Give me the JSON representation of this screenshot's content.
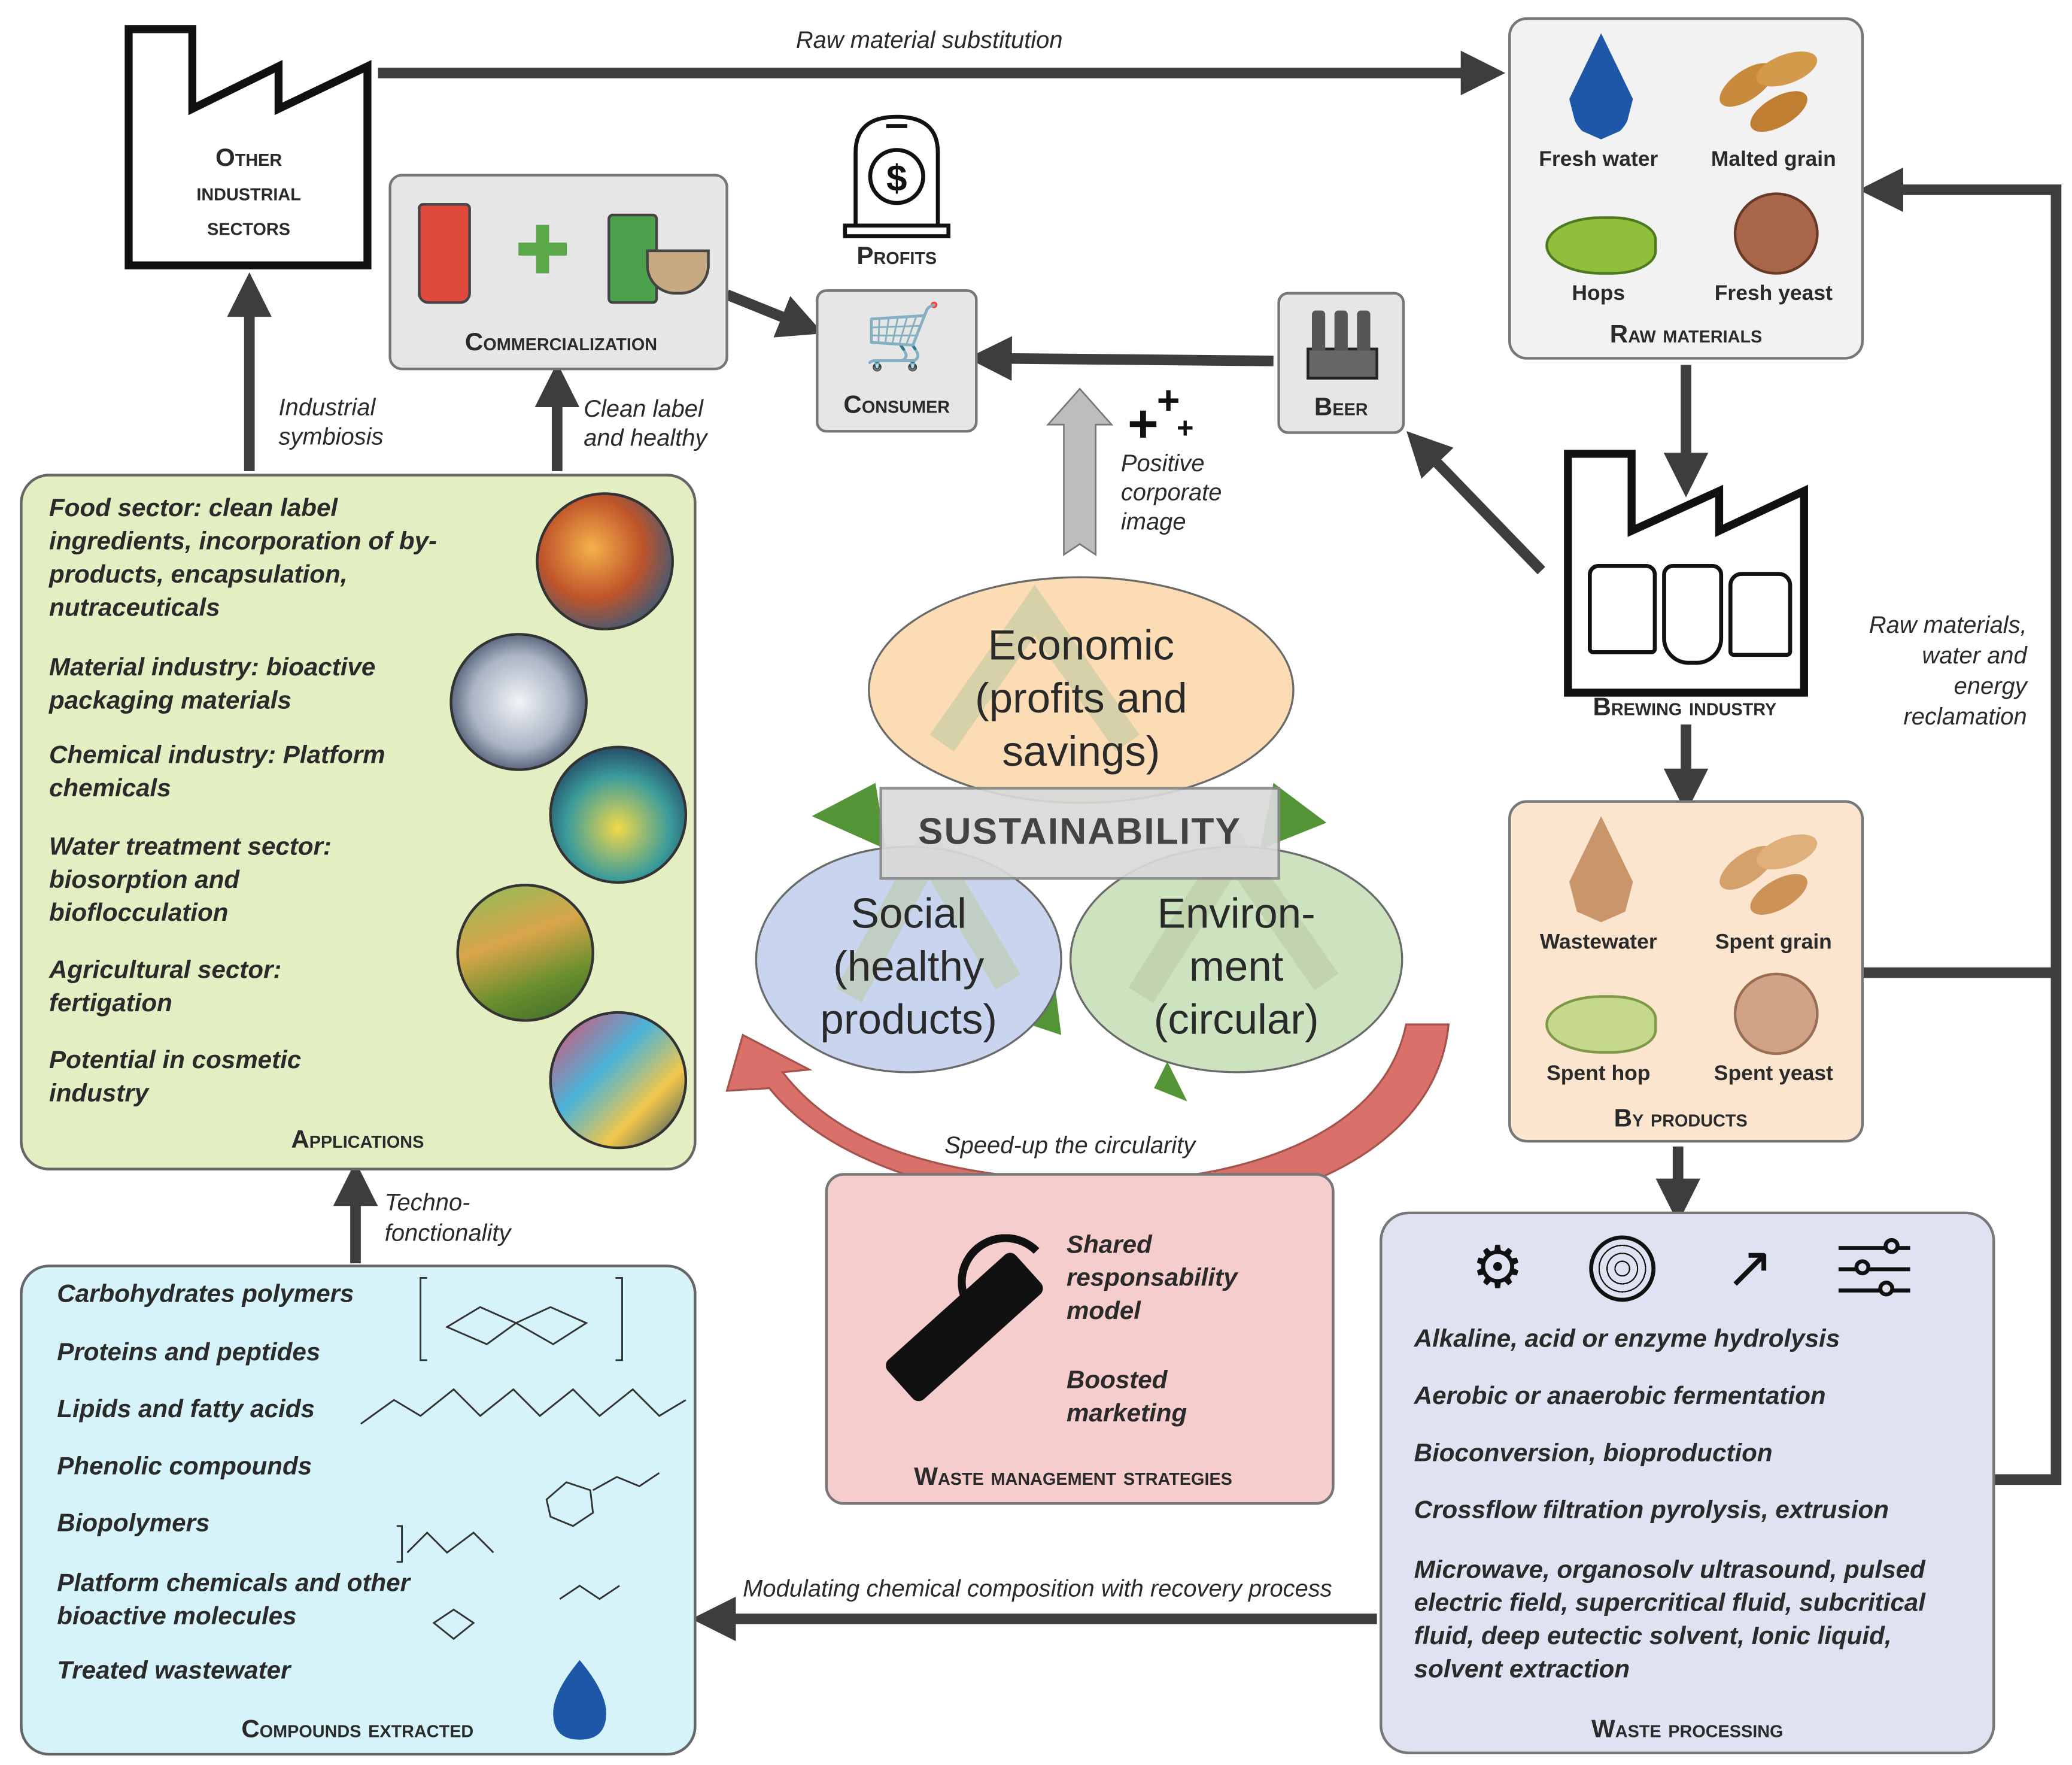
{
  "labels": {
    "raw_material_substitution": "Raw material substitution",
    "other_industrial_sectors": "Other industrial sectors",
    "commercialization": "Commercialization",
    "profits": "Profits",
    "consumer": "Consumer",
    "beer": "Beer",
    "positive_corporate_image": "Positive corporate image",
    "industrial_symbiosis": "Industrial symbiosis",
    "clean_label_healthy": "Clean label and healthy",
    "brewing_industry": "Brewing industry",
    "raw_materials_reclamation": "Raw materials, water and energy reclamation",
    "techno_functionality": "Techno-fonctionality",
    "speed_up": "Speed-up the circularity",
    "modulating": "Modulating chemical composition with recovery process"
  },
  "raw_materials": {
    "title": "Raw materials",
    "items": [
      "Fresh water",
      "Malted grain",
      "Hops",
      "Fresh yeast"
    ]
  },
  "by_products": {
    "title": "By products",
    "items": [
      "Wastewater",
      "Spent grain",
      "Spent hop",
      "Spent yeast"
    ]
  },
  "sustainability": {
    "title": "SUSTAINABILITY",
    "economic": "Economic (profits and savings)",
    "social": "Social (healthy products)",
    "environment": "Environ-ment (circular)"
  },
  "applications": {
    "title": "Applications",
    "items": [
      "Food sector: clean label ingredients, incorporation of by-products, encapsulation, nutraceuticals",
      "Material industry: bioactive packaging materials",
      "Chemical industry: Platform chemicals",
      "Water treatment sector: biosorption and bioflocculation",
      "Agricultural sector: fertigation",
      "Potential in cosmetic industry"
    ]
  },
  "compounds": {
    "title": "Compounds extracted",
    "items": [
      "Carbohydrates polymers",
      "Proteins and peptides",
      "Lipids and fatty acids",
      "Phenolic compounds",
      "Biopolymers",
      "Platform chemicals and other bioactive molecules",
      "Treated wastewater"
    ]
  },
  "waste_management": {
    "title": "Waste management strategies",
    "items": [
      "Shared responsability model",
      "Boosted marketing"
    ]
  },
  "waste_processing": {
    "title": "Waste processing",
    "items": [
      "Alkaline, acid or enzyme hydrolysis",
      "Aerobic or anaerobic fermentation",
      "Bioconversion, bioproduction",
      "Crossflow filtration pyrolysis, extrusion",
      "Microwave, organosolv ultrasound, pulsed electric field, supercritical fluid, subcritical fluid, deep eutectic solvent, Ionic liquid, solvent extraction"
    ]
  },
  "colors": {
    "applications_bg": "#e3efc2",
    "compounds_bg": "#d5f3f8",
    "waste_mgmt_bg": "#f4cdcc",
    "waste_proc_bg": "#dfe2f1",
    "by_products_bg": "#fbe5cf",
    "raw_materials_bg": "#f2f2f2",
    "economic": "#fbdcb4",
    "social": "#c9d4ee",
    "environment": "#cde2bf",
    "arrow": "#3d3d3d",
    "red_arrow": "#d76a63"
  }
}
